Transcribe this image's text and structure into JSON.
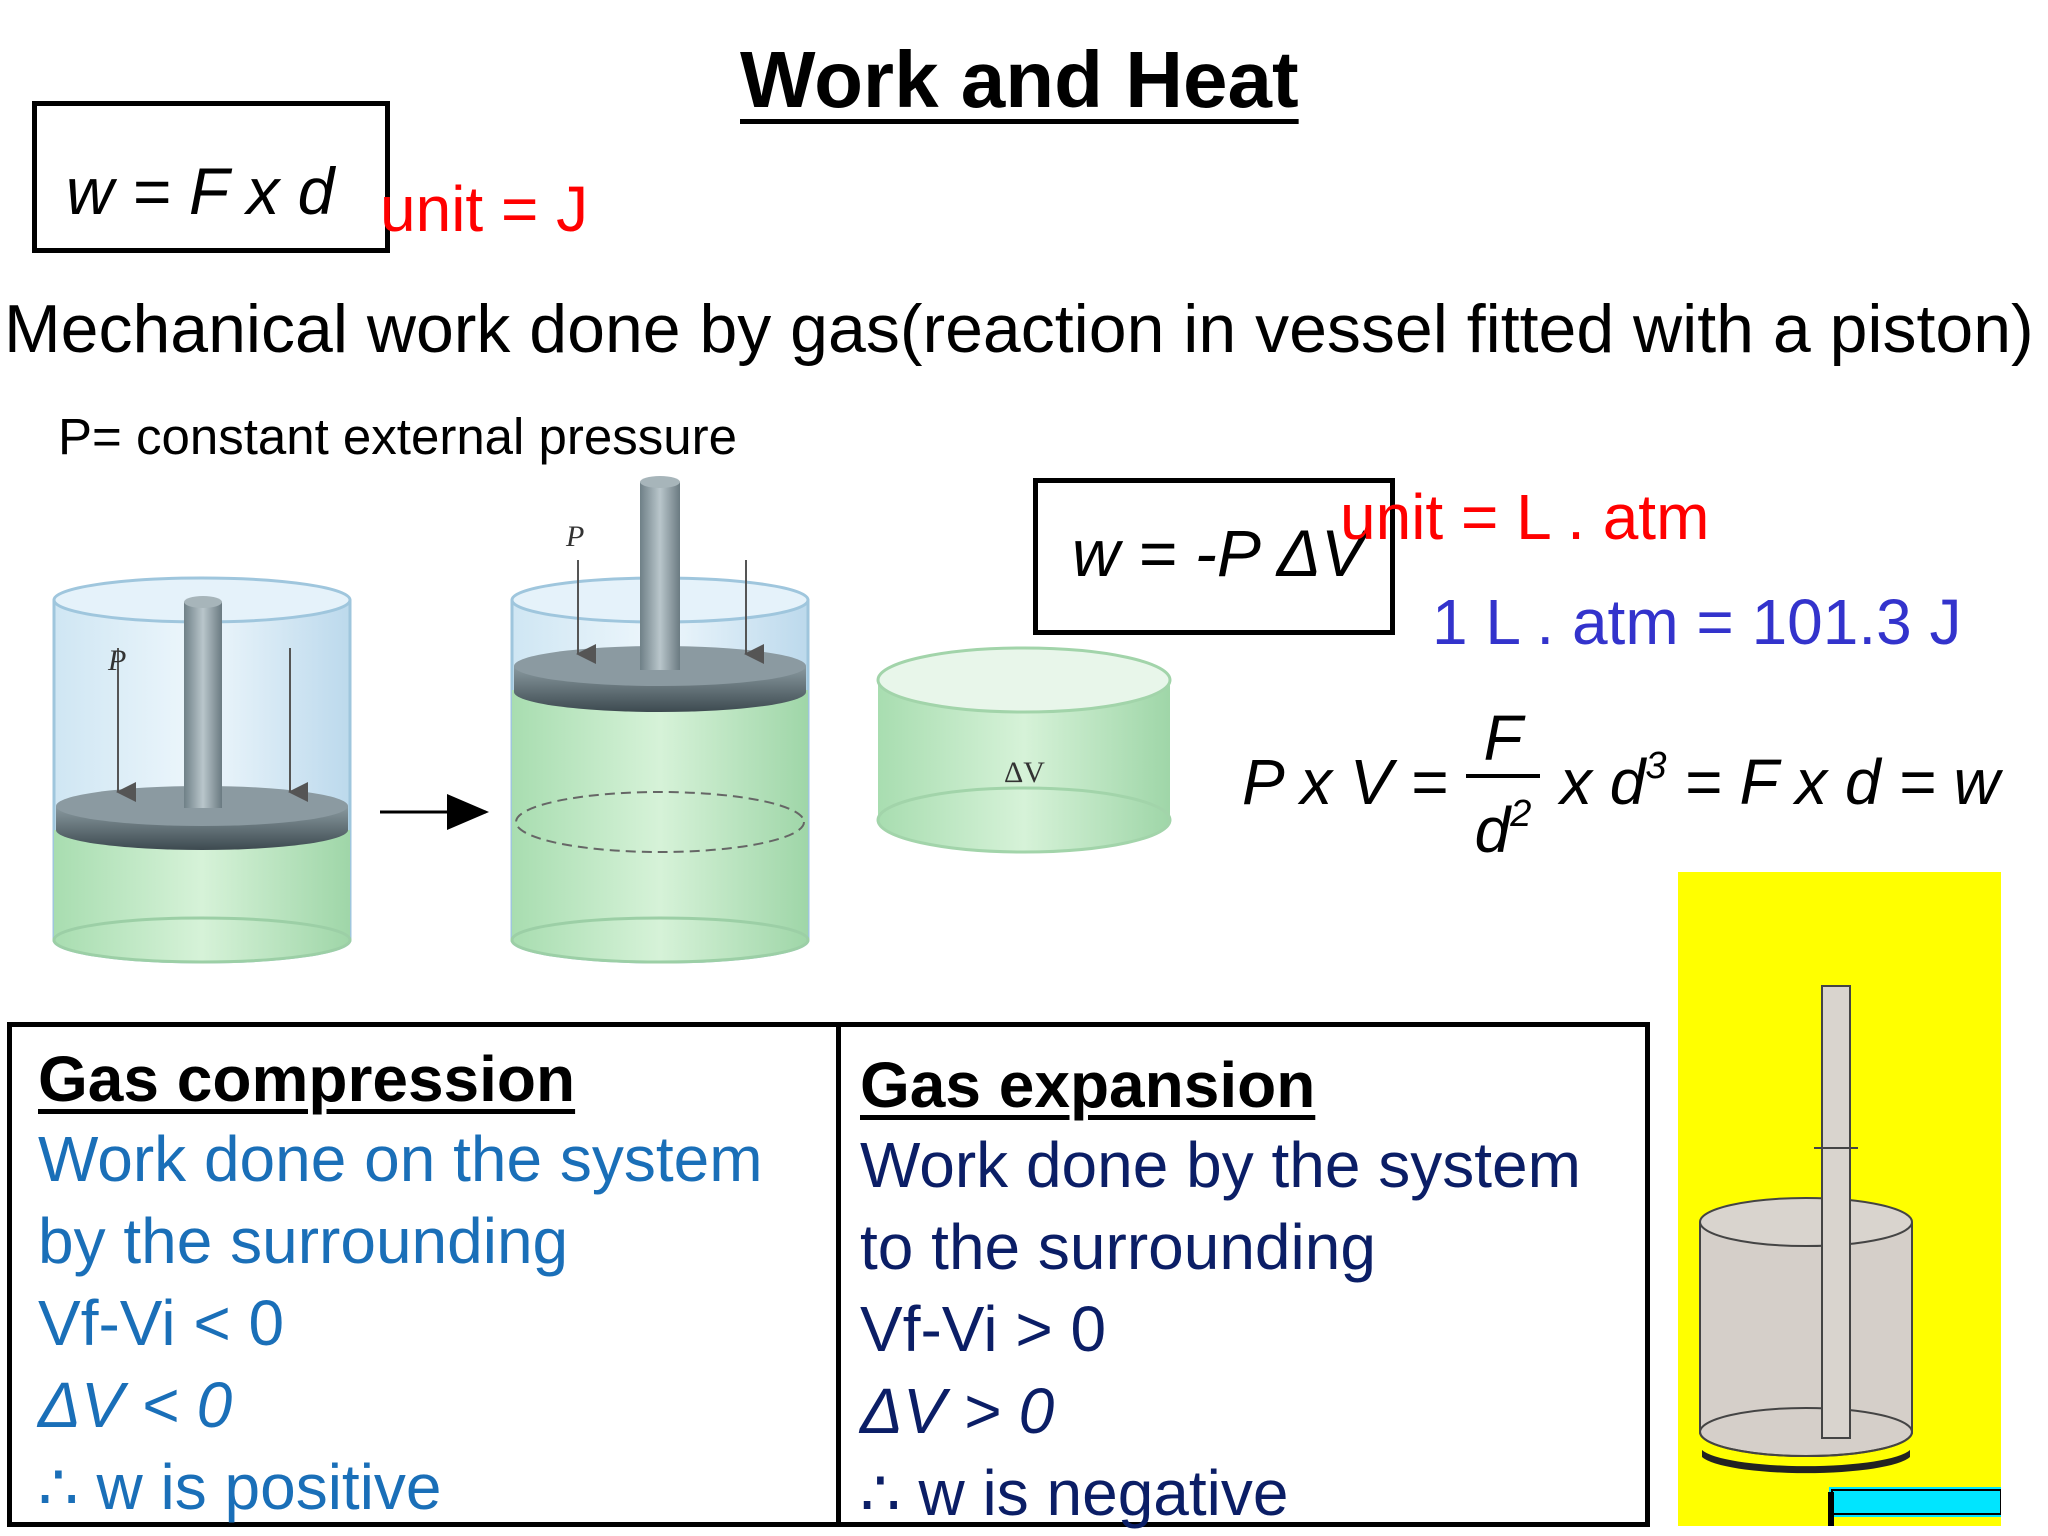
{
  "title": "Work and Heat",
  "work_formula": "w = F x d",
  "work_unit": "unit = J",
  "mechanical_work": "Mechanical work done by gas(reaction in vessel fitted with a piston)",
  "pressure_note": "P= constant external pressure",
  "diagram": {
    "pressure_label_1": "P",
    "pressure_label_2": "P",
    "delta_v_label": "ΔV"
  },
  "pv_formula": "w = -P ΔV",
  "pv_unit": "unit = L . atm",
  "conversion": "1 L . atm = 101.3 J",
  "derivation": {
    "lhs": "P x V =",
    "numerator": "F",
    "denominator": "d",
    "denominator_exp": "2",
    "middle": "x d",
    "middle_exp": "3",
    "rhs": "= F x d = w"
  },
  "compression": {
    "heading": "Gas compression",
    "lines": [
      "Work done on the system",
      "by the surrounding",
      "Vf-Vi < 0",
      "ΔV < 0",
      "∴ w is positive"
    ]
  },
  "expansion": {
    "heading": "Gas expansion",
    "lines": [
      "Work done by the system",
      "to the surrounding",
      "Vf-Vi > 0",
      "ΔV > 0",
      "∴ w is negative"
    ]
  },
  "colors": {
    "unit_red": "#ff0000",
    "conversion_blue": "#3333cc",
    "compression_blue": "#1a6fb8",
    "expansion_navy": "#0b1e66",
    "animation_bg": "#ffff00"
  }
}
